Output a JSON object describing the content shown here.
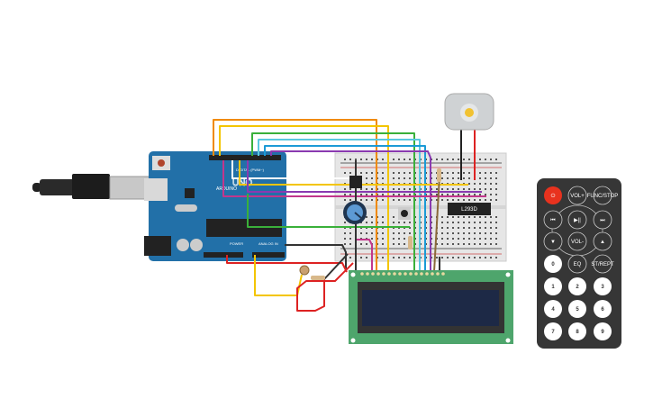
{
  "arduino": {
    "brand": "ARDUINO",
    "model": "UNO",
    "digital_label": "DIGITAL (PWM~)",
    "power_label": "POWER",
    "analog_label": "ANALOG IN",
    "board_color": "#2270a8"
  },
  "driver_chip": {
    "label": "L293D"
  },
  "remote": {
    "buttons": [
      {
        "label": "⏻",
        "color": "#e8321e"
      },
      {
        "label": "VOL+"
      },
      {
        "label": "FUNC/STOP"
      },
      {
        "label": "⏮"
      },
      {
        "label": "▶||"
      },
      {
        "label": "⏭"
      },
      {
        "label": "▼"
      },
      {
        "label": "VOL-"
      },
      {
        "label": "▲"
      },
      {
        "label": "0"
      },
      {
        "label": "EQ"
      },
      {
        "label": "ST/REPT"
      },
      {
        "label": "1"
      },
      {
        "label": "2"
      },
      {
        "label": "3"
      },
      {
        "label": "4"
      },
      {
        "label": "5"
      },
      {
        "label": "6"
      },
      {
        "label": "7"
      },
      {
        "label": "8"
      },
      {
        "label": "9"
      }
    ]
  },
  "colors": {
    "lcd_board": "#4ea56c",
    "lcd_screen": "#1d2946",
    "breadboard": "#e6e6e6",
    "remote_body": "#363636"
  }
}
